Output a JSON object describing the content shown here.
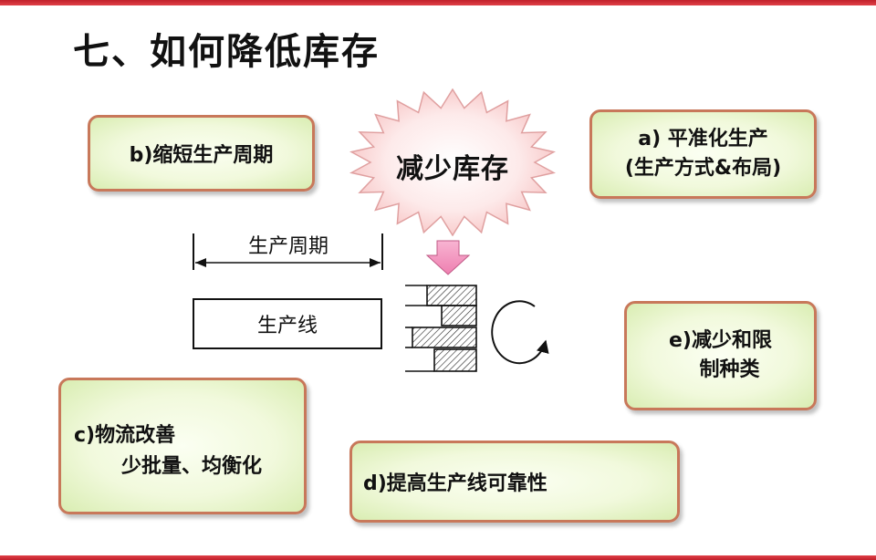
{
  "title": "七、如何降低库存",
  "center": {
    "label": "减少库存"
  },
  "boxes": {
    "b": {
      "text": "b)缩短生产周期"
    },
    "a": {
      "line1": "a) 平准化生产",
      "line2": "(生产方式&布局)"
    },
    "e": {
      "line1": "e)减少和限",
      "line2": "制种类"
    },
    "c": {
      "line1": "c)物流改善",
      "line2": "少批量、均衡化"
    },
    "d": {
      "text": "d)提高生产线可靠性"
    }
  },
  "diagram": {
    "cycle_label": "生产周期",
    "line_label": "生产线"
  },
  "colors": {
    "accent_bar": "#c0202a",
    "box_border": "#c8785a",
    "box_fill": "#eef8d6",
    "burst_fill": "#fde3e3",
    "arrow_fill": "#f49ac0"
  }
}
